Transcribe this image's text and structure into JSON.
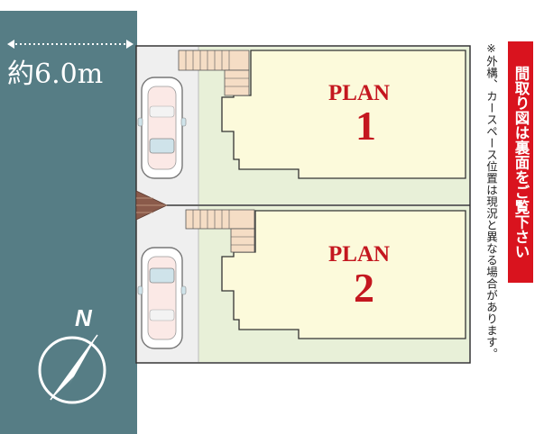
{
  "road": {
    "width_label": "約6.0m",
    "color": "#567d85"
  },
  "plans": [
    {
      "word": "PLAN",
      "number": "1"
    },
    {
      "word": "PLAN",
      "number": "2"
    }
  ],
  "colors": {
    "house": "#fcfadb",
    "yard": "#e8f0d8",
    "parking": "#efefef",
    "plan_text": "#c4171f",
    "badge": "#d9131e",
    "stair": "#f5ddc5"
  },
  "north": {
    "letter": "N"
  },
  "notice_badge": "間取り図は裏面をご覧下さい",
  "note": "※外構、カースペース位置は現況と異なる場合があります。"
}
